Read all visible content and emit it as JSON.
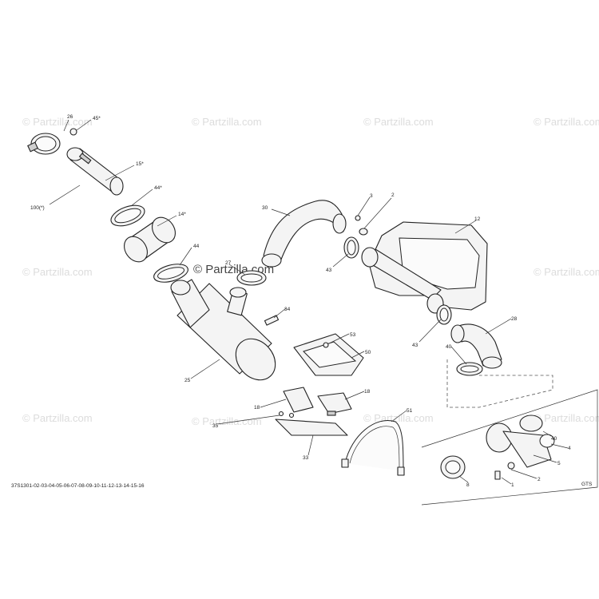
{
  "watermark": "Partzilla.com",
  "diagram_code": "37S1301-02-03-04-05-06-07-08-09-10-11-12-13-14-15-16",
  "inset_label": "GTS",
  "callouts": [
    "26",
    "45*",
    "15*",
    "100(*)",
    "44*",
    "14*",
    "44",
    "27",
    "30",
    "3",
    "2",
    "12",
    "43",
    "34",
    "53",
    "50",
    "43",
    "28",
    "40",
    "25",
    "18",
    "18",
    "35",
    "51",
    "33",
    "40",
    "4",
    "5",
    "2",
    "1",
    "8"
  ]
}
